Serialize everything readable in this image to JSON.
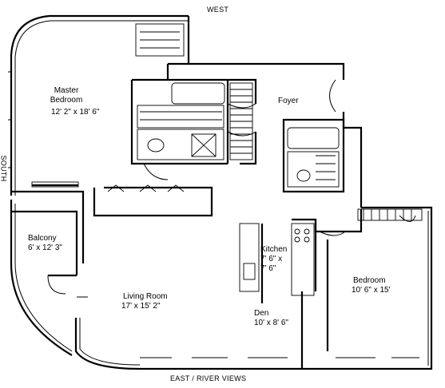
{
  "compass": {
    "north": "WEST",
    "south": "EAST / RIVER VIEWS",
    "west": "SOUTH"
  },
  "rooms": {
    "master_bedroom": {
      "name_line1": "Master",
      "name_line2": "Bedroom",
      "size": "12' 2\" x 18' 6\""
    },
    "foyer": {
      "name": "Foyer"
    },
    "balcony": {
      "name": "Balcony",
      "size": "6' x 12' 3\""
    },
    "living_room": {
      "name": "Living Room",
      "size": "17' x 15' 2\""
    },
    "kitchen": {
      "name": "Kitchen",
      "size_line1": "7' 6\" x",
      "size_line2": "7' 6\""
    },
    "den": {
      "name": "Den",
      "size": "10' x 8' 6\""
    },
    "bedroom": {
      "name": "Bedroom",
      "size": "10' 6\" x 15'"
    }
  }
}
